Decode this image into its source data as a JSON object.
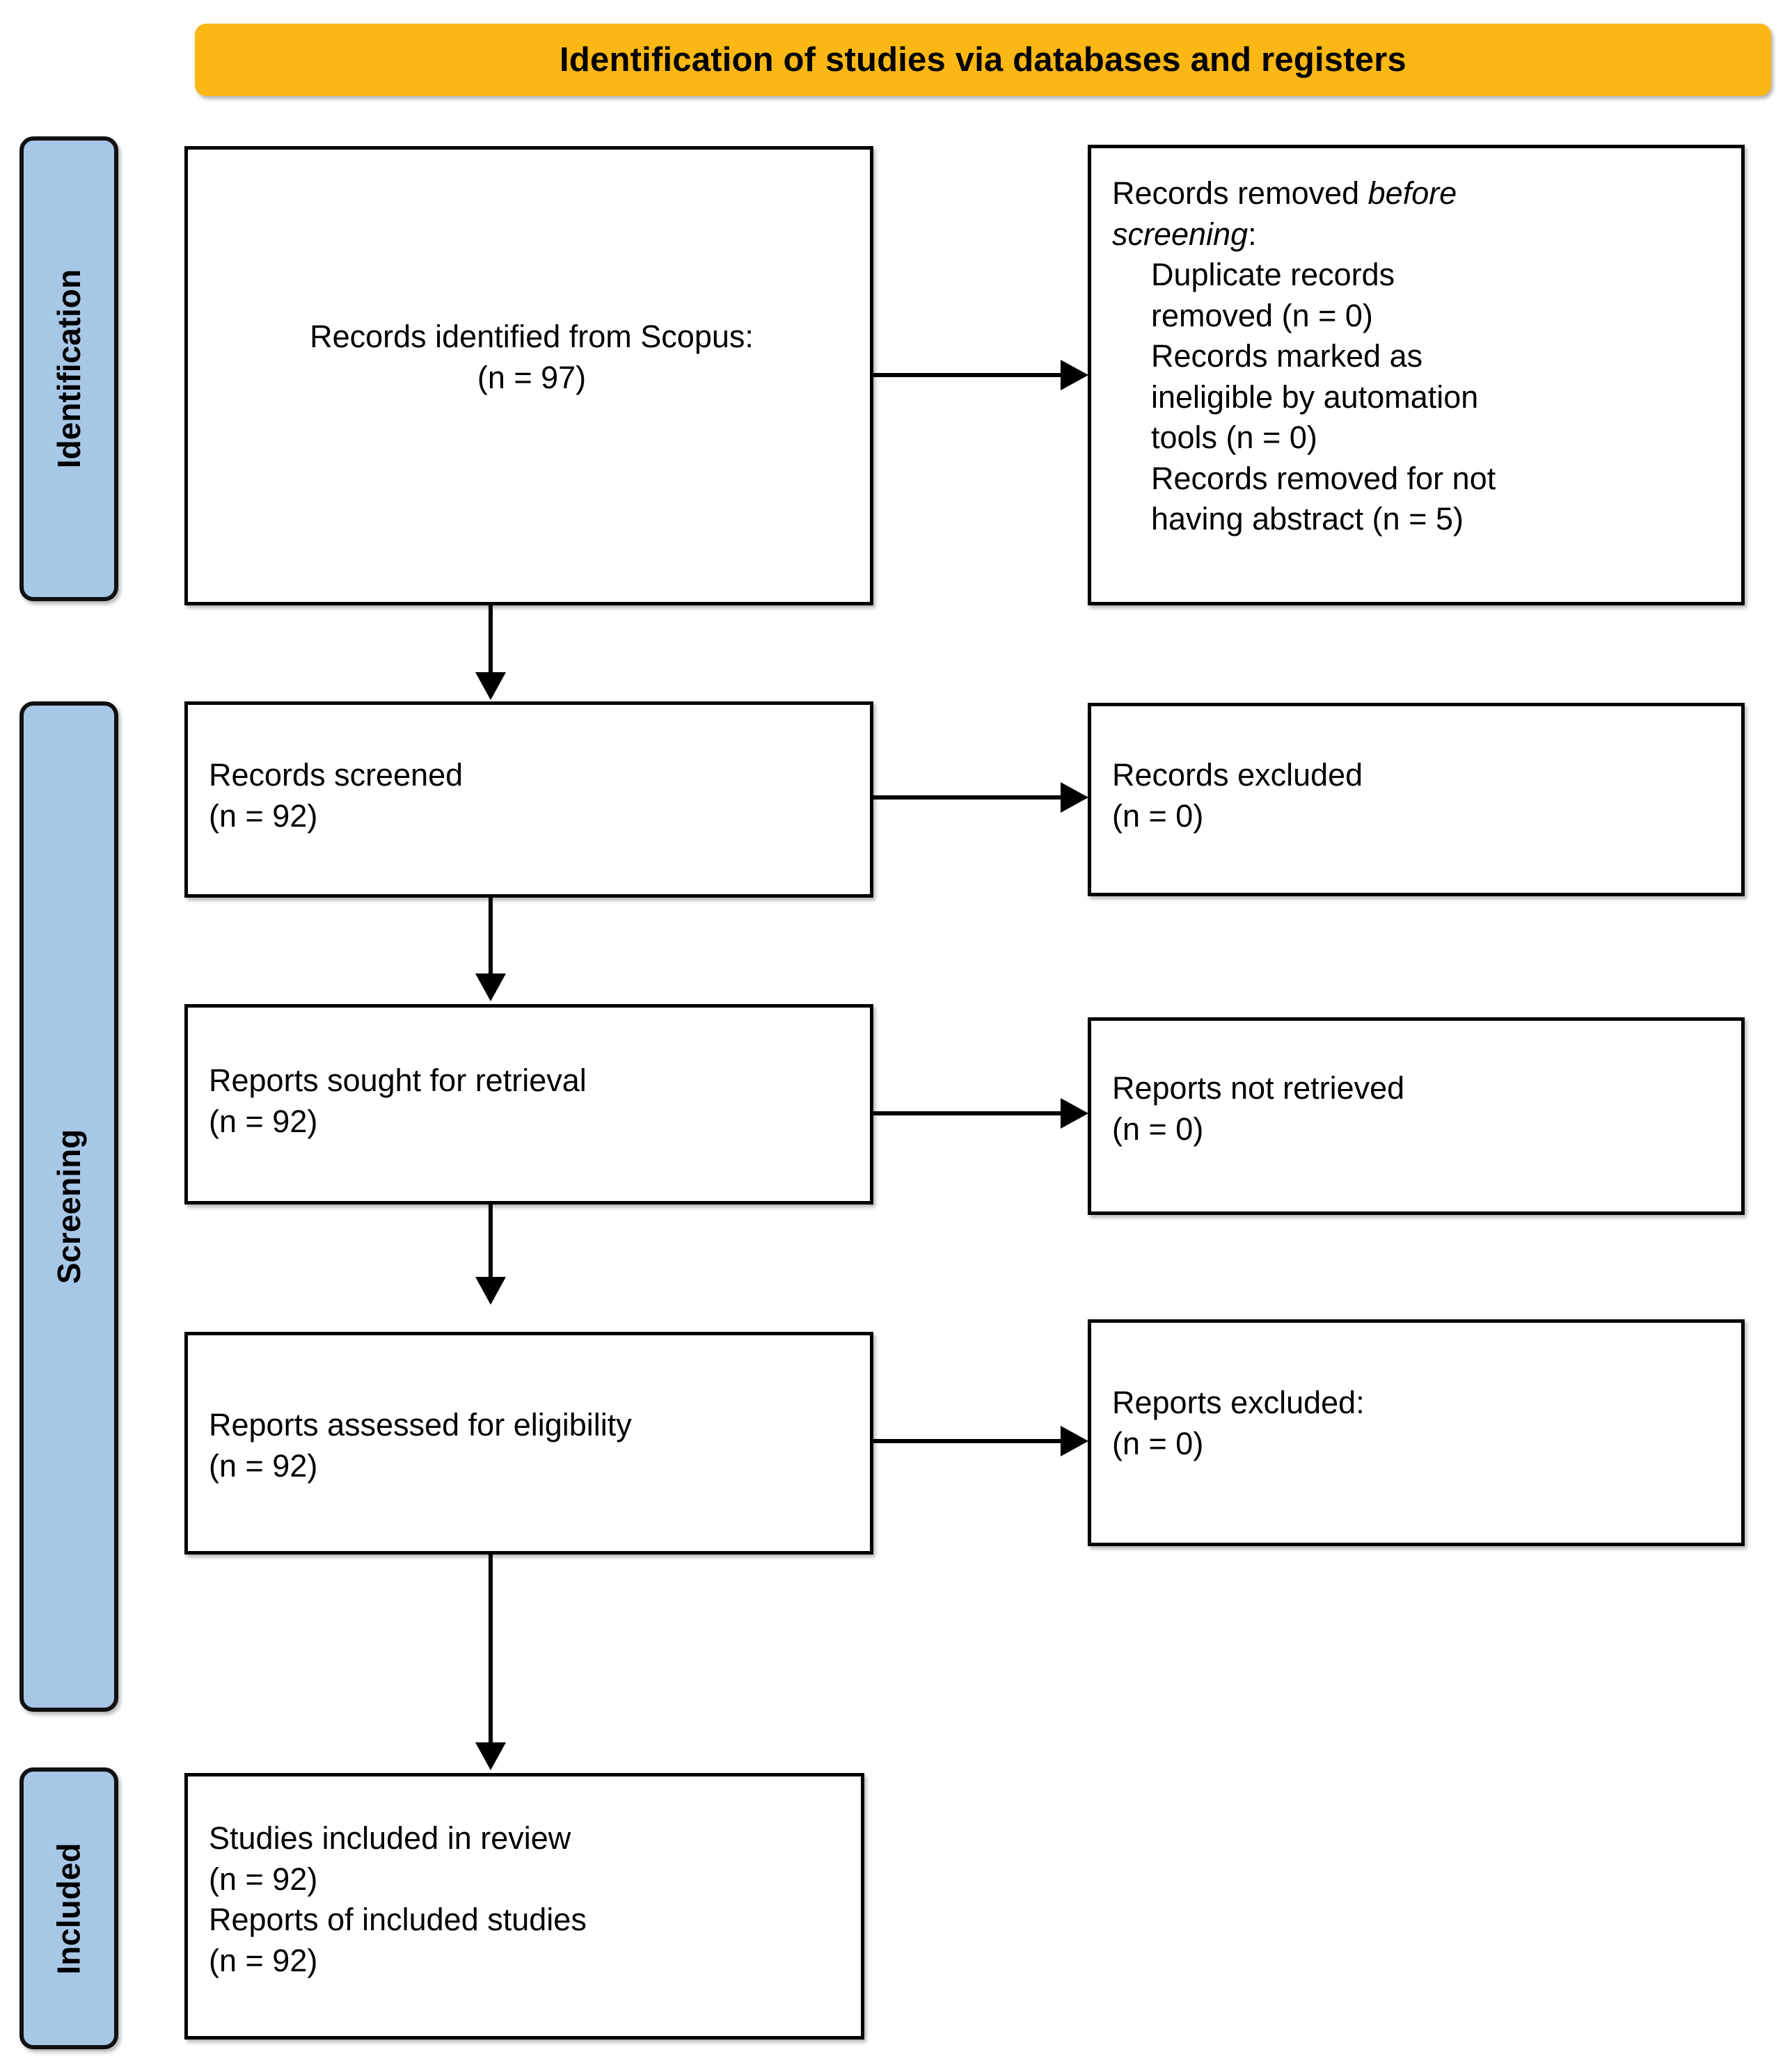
{
  "header": {
    "title": "Identification of studies via databases and registers",
    "color": "#fbb714"
  },
  "stages": {
    "identification": "Identification",
    "screening": "Screening",
    "included": "Included",
    "color": "#a7c7e7"
  },
  "boxes": {
    "identified": {
      "line1": "Records identified from Scopus:",
      "line2": "(n = 97)"
    },
    "removed": {
      "line1_a": "Records removed ",
      "line1_b": "before",
      "line2_italic": "screening",
      "line2_colon": ":",
      "item1_a": "Duplicate records",
      "item1_b": "removed (n = 0)",
      "item2_a": "Records marked as",
      "item2_b": "ineligible by automation",
      "item2_c": "tools (n = 0)",
      "item3_a": "Records removed for not",
      "item3_b": "having abstract (n = 5)"
    },
    "screened": {
      "line1": "Records screened",
      "line2": "(n = 92)"
    },
    "excluded": {
      "line1": "Records excluded",
      "line2": "(n = 0)"
    },
    "sought": {
      "line1": "Reports sought for retrieval",
      "line2": "(n = 92)"
    },
    "not_retrieved": {
      "line1": "Reports not retrieved",
      "line2": "(n = 0)"
    },
    "assessed": {
      "line1": "Reports assessed for eligibility",
      "line2": "(n = 92)"
    },
    "reports_excluded": {
      "line1": "Reports excluded:",
      "line2": "(n = 0)"
    },
    "included": {
      "line1": "Studies included in review",
      "line2": "(n = 92)",
      "line3": "Reports of included studies",
      "line4": "(n = 92)"
    }
  },
  "chart_data": {
    "type": "diagram",
    "title": "Identification of studies via databases and registers",
    "nodes": [
      {
        "id": "identified",
        "stage": "Identification",
        "label": "Records identified from Scopus",
        "n": 97
      },
      {
        "id": "removed",
        "stage": "Identification",
        "label": "Records removed before screening",
        "duplicate_records_removed": 0,
        "ineligible_by_automation_tools": 0,
        "removed_for_not_having_abstract": 5
      },
      {
        "id": "screened",
        "stage": "Screening",
        "label": "Records screened",
        "n": 92
      },
      {
        "id": "excluded",
        "stage": "Screening",
        "label": "Records excluded",
        "n": 0
      },
      {
        "id": "sought",
        "stage": "Screening",
        "label": "Reports sought for retrieval",
        "n": 92
      },
      {
        "id": "not_retrieved",
        "stage": "Screening",
        "label": "Reports not retrieved",
        "n": 0
      },
      {
        "id": "assessed",
        "stage": "Screening",
        "label": "Reports assessed for eligibility",
        "n": 92
      },
      {
        "id": "reports_excluded",
        "stage": "Screening",
        "label": "Reports excluded",
        "n": 0
      },
      {
        "id": "included_studies",
        "stage": "Included",
        "label": "Studies included in review",
        "n": 92
      },
      {
        "id": "included_reports",
        "stage": "Included",
        "label": "Reports of included studies",
        "n": 92
      }
    ],
    "edges": [
      {
        "from": "identified",
        "to": "removed",
        "direction": "right"
      },
      {
        "from": "identified",
        "to": "screened",
        "direction": "down"
      },
      {
        "from": "screened",
        "to": "excluded",
        "direction": "right"
      },
      {
        "from": "screened",
        "to": "sought",
        "direction": "down"
      },
      {
        "from": "sought",
        "to": "not_retrieved",
        "direction": "right"
      },
      {
        "from": "sought",
        "to": "assessed",
        "direction": "down"
      },
      {
        "from": "assessed",
        "to": "reports_excluded",
        "direction": "right"
      },
      {
        "from": "assessed",
        "to": "included_studies",
        "direction": "down"
      }
    ]
  }
}
